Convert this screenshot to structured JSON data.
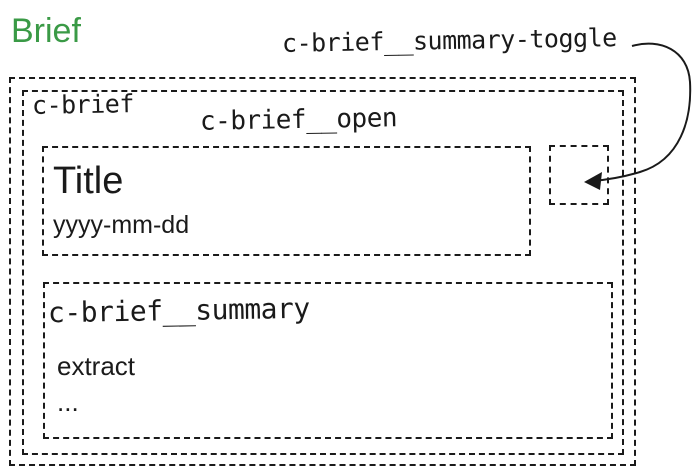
{
  "heading": "Brief",
  "colors": {
    "heading": "#3a9a46",
    "ink": "#1a1a1a"
  },
  "labels": {
    "toggle": "c-brief__summary-toggle",
    "block": "c-brief",
    "modifier": "c-brief__open",
    "summary": "c-brief__summary"
  },
  "header": {
    "title": "Title",
    "date": "yyyy-mm-dd"
  },
  "summary": {
    "extract": "extract",
    "more": "..."
  }
}
